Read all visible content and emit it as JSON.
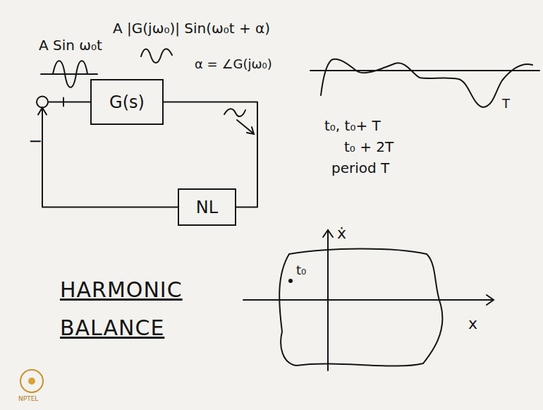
{
  "diagram": {
    "title": "HARMONIC BALANCE",
    "nodes": [
      {
        "text": [
          "G(s)"
        ]
      },
      {
        "text": [
          "NL"
        ]
      }
    ],
    "edges": [
      {
        "from": 0,
        "to": 1,
        "arrow": "none"
      },
      {
        "from": 1,
        "to": 0,
        "arrow": "to"
      }
    ],
    "labels": [
      "A Sin ω₀t",
      "A |G(jω₀)| Sin(ω₀t + α)",
      "α = ∠G(jω₀)",
      "−",
      "t₀, t₀+ T",
      "t₀ + 2T",
      "period T",
      "T",
      "ẋ",
      "x",
      "t₀",
      "NPTEL"
    ]
  }
}
